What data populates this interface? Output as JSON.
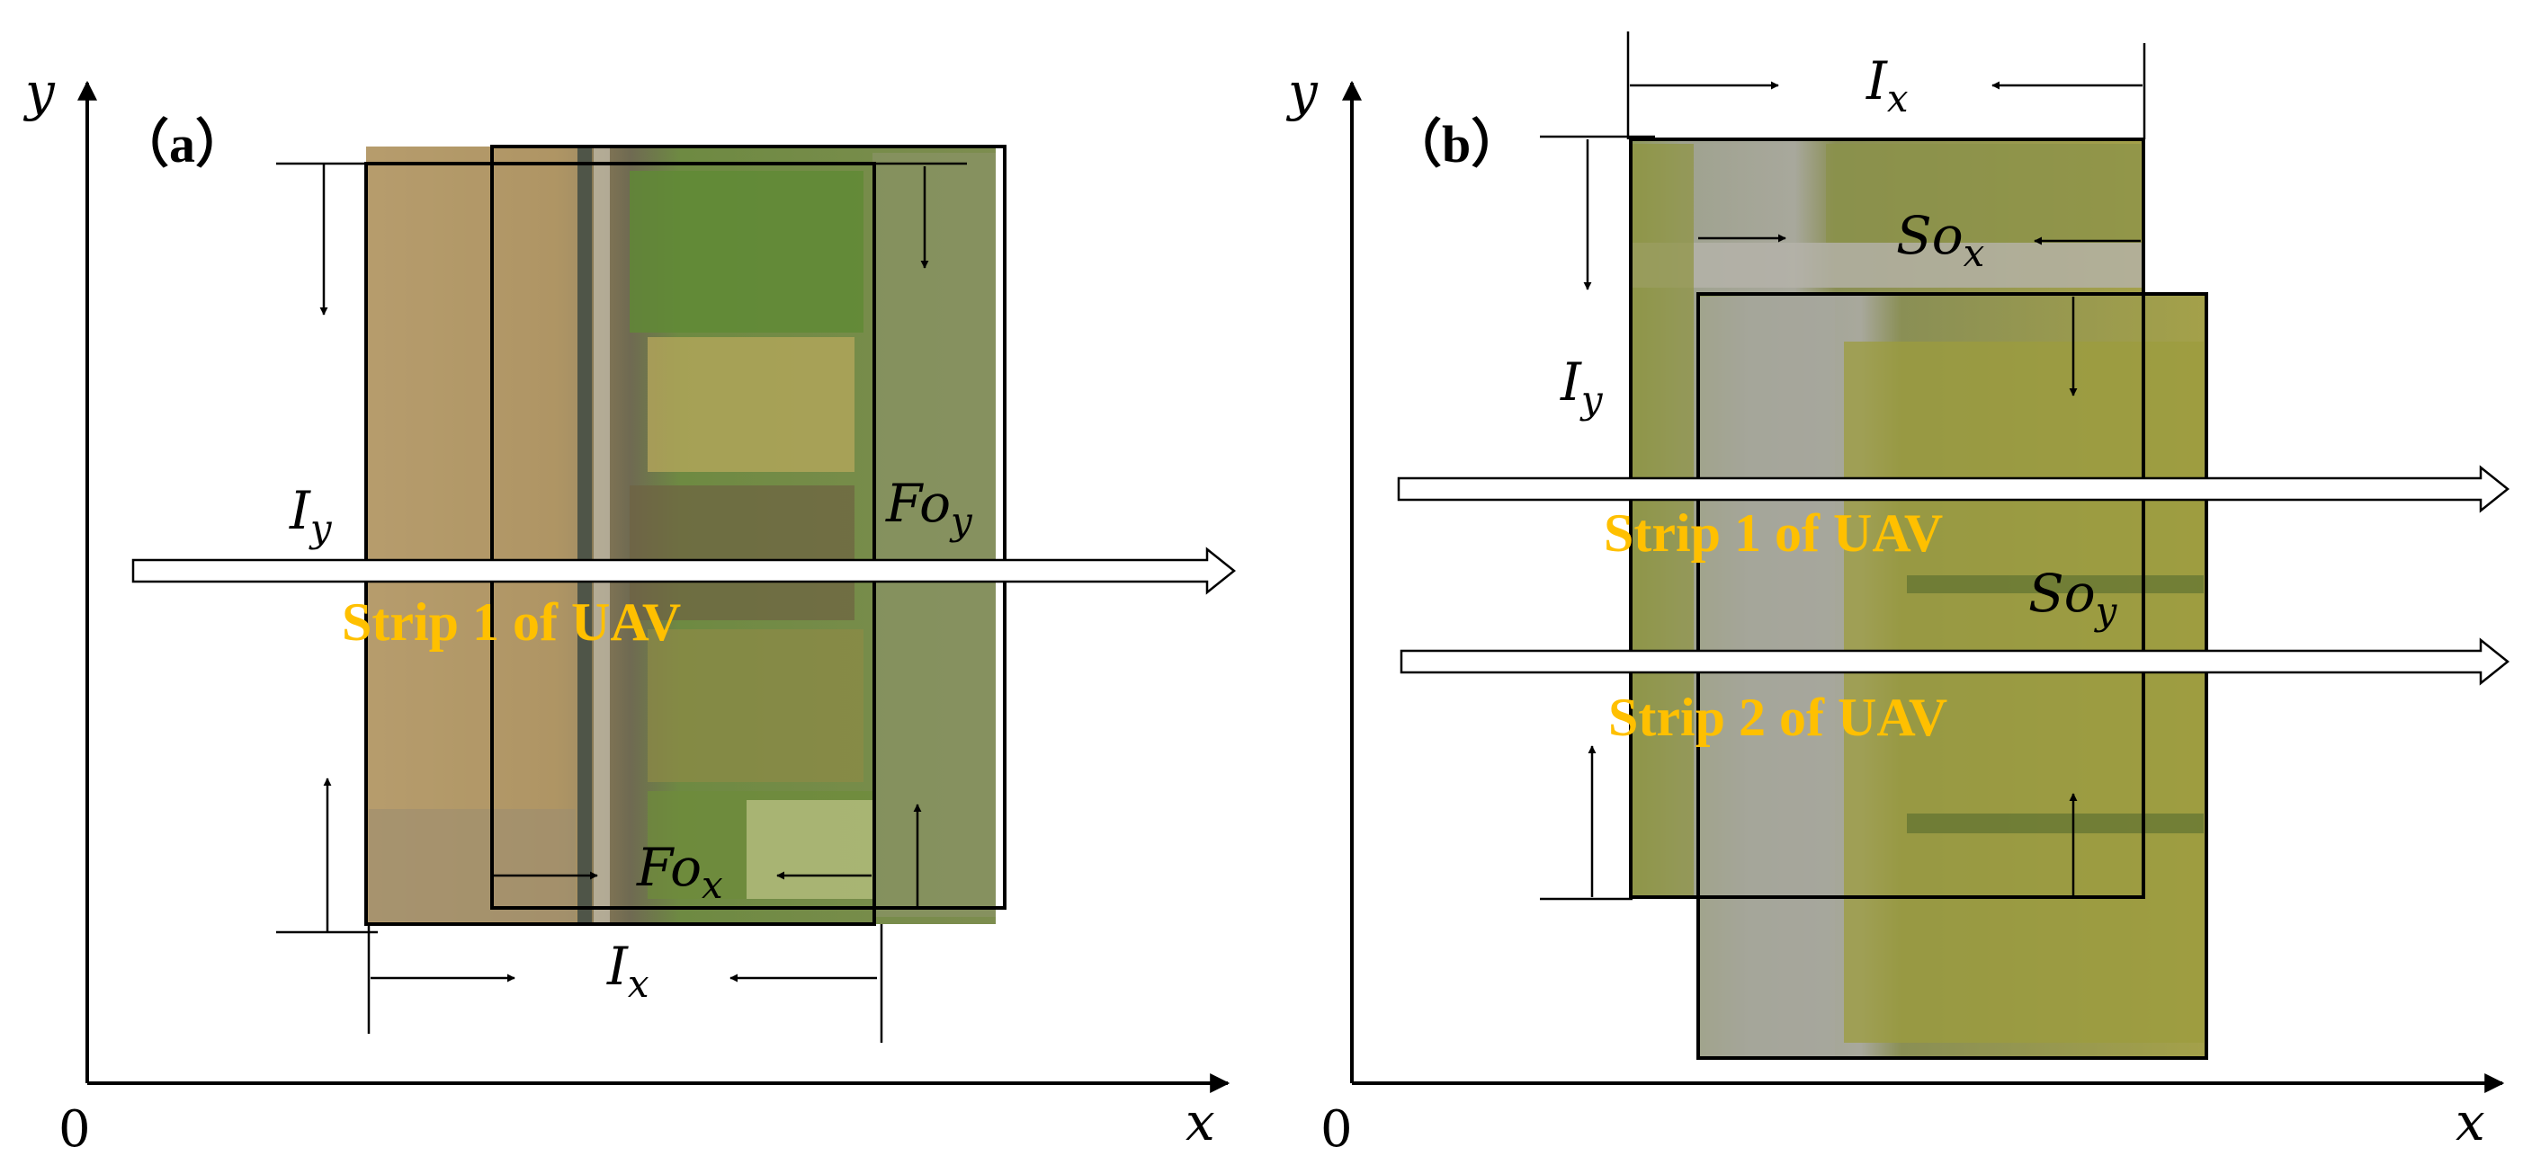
{
  "colors": {
    "strip_label": "#FFC000",
    "axis": "#000000"
  },
  "panels": [
    {
      "label": "（a）",
      "axis": {
        "y": "y",
        "x": "x",
        "origin": "0"
      },
      "dimension_labels": {
        "ix": "I",
        "ix_sub": "x",
        "iy": "I",
        "iy_sub": "y",
        "fox": "Fo",
        "fox_sub": "x",
        "foy": "Fo",
        "foy_sub": "y"
      },
      "strip_label": "Strip 1 of UAV"
    },
    {
      "label": "（b）",
      "axis": {
        "y": "y",
        "x": "x",
        "origin": "0"
      },
      "dimension_labels": {
        "ix": "I",
        "ix_sub": "x",
        "iy": "I",
        "iy_sub": "y",
        "sox": "So",
        "sox_sub": "x",
        "soy": "So",
        "soy_sub": "y"
      },
      "strip_labels": [
        "Strip 1 of UAV",
        "Strip 2 of UAV"
      ]
    }
  ]
}
